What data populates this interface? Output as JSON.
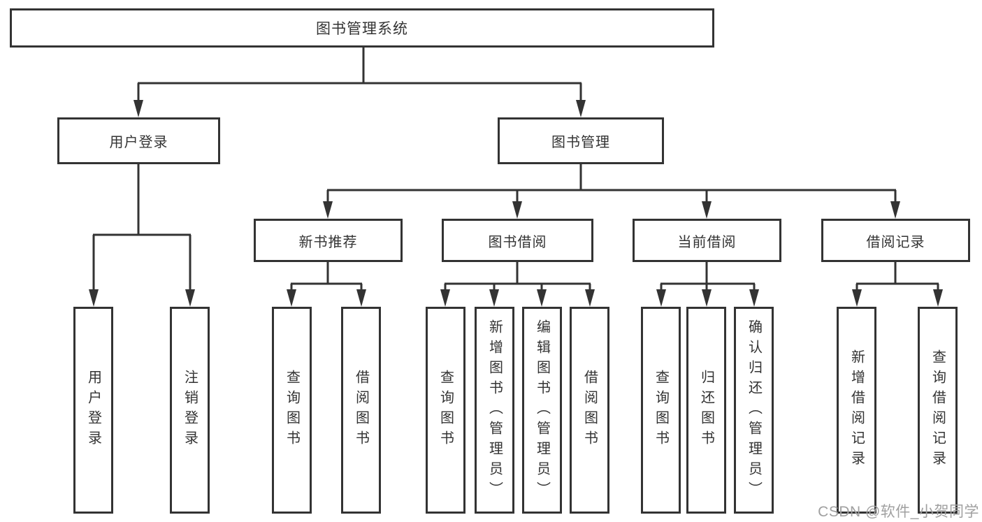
{
  "diagram_type": "hierarchy-tree",
  "title": "图书管理系统",
  "tree": {
    "label": "图书管理系统",
    "children": [
      {
        "label": "用户登录",
        "children": [
          {
            "label": "用户登录"
          },
          {
            "label": "注销登录"
          }
        ]
      },
      {
        "label": "图书管理",
        "children": [
          {
            "label": "新书推荐",
            "children": [
              {
                "label": "查询图书"
              },
              {
                "label": "借阅图书"
              }
            ]
          },
          {
            "label": "图书借阅",
            "children": [
              {
                "label": "查询图书"
              },
              {
                "label": "新增图书（管理员）"
              },
              {
                "label": "编辑图书（管理员）"
              },
              {
                "label": "借阅图书"
              }
            ]
          },
          {
            "label": "当前借阅",
            "children": [
              {
                "label": "查询图书"
              },
              {
                "label": "归还图书"
              },
              {
                "label": "确认归还（管理员）"
              }
            ]
          },
          {
            "label": "借阅记录",
            "children": [
              {
                "label": "新增借阅记录"
              },
              {
                "label": "查询借阅记录"
              }
            ]
          }
        ]
      }
    ]
  },
  "watermark": {
    "text": "CSDN @软件_小贺同学",
    "color": "#a0a0a0"
  },
  "colors": {
    "line": "#333333",
    "text": "#333333",
    "background": "#ffffff"
  }
}
